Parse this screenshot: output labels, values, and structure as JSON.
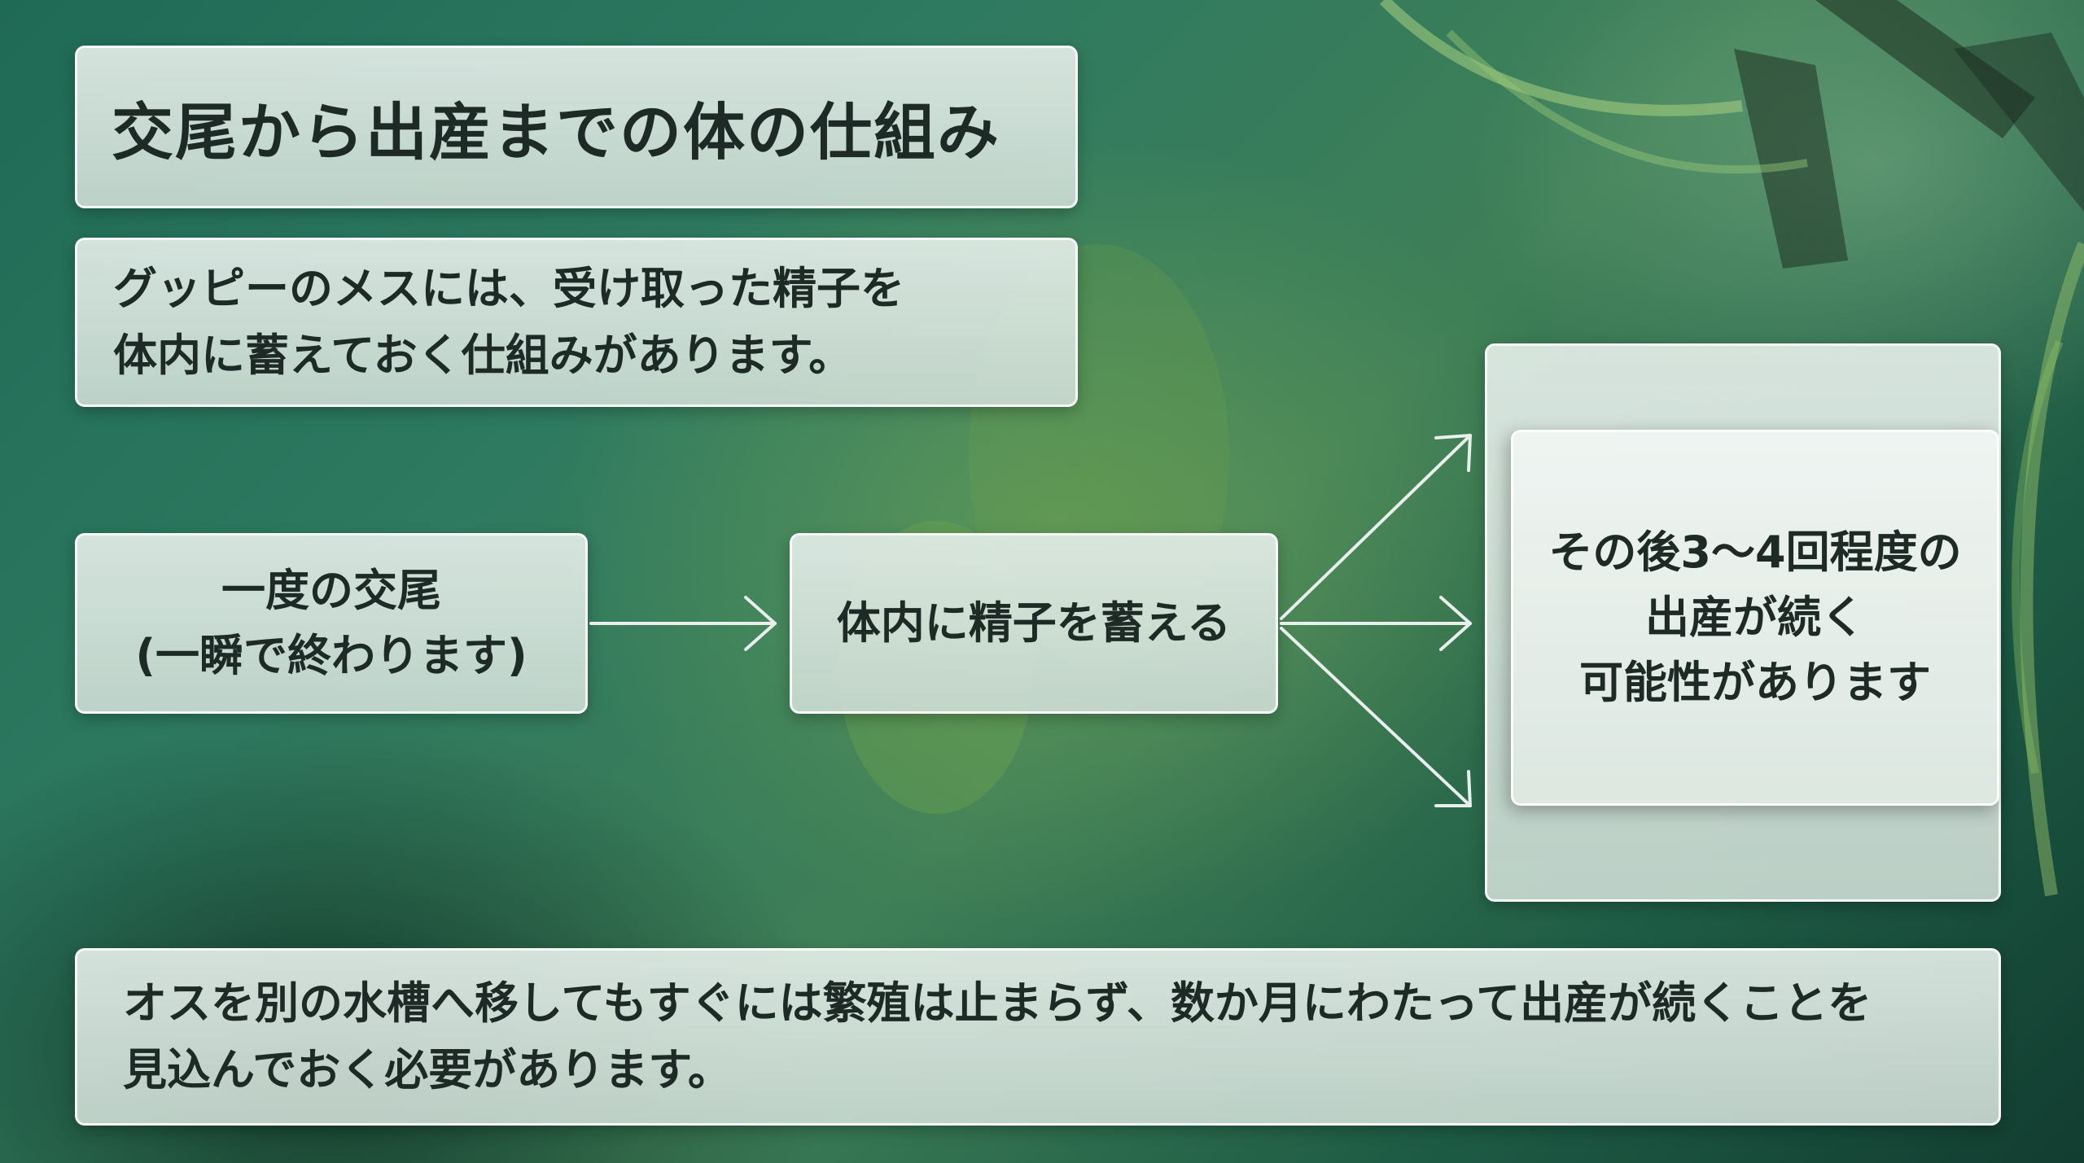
{
  "title": "交尾から出産までの体の仕組み",
  "intro": {
    "line1": "グッピーのメスには、受け取った精子を",
    "line2": "体内に蓄えておく仕組みがあります。"
  },
  "step1": {
    "line1": "一度の交尾",
    "line2": "(一瞬で終わります)"
  },
  "step2": {
    "label": "体内に精子を蓄える"
  },
  "result": {
    "line1": "その後3〜4回程度の",
    "line2": "出産が続く",
    "line3": "可能性があります"
  },
  "note": {
    "line1": "オスを別の水槽へ移してもすぐには繁殖は止まらず、数か月にわたって出産が続くことを",
    "line2": "見込んでおく必要があります。"
  },
  "colors": {
    "box_fill": "#dbe6e0",
    "box_border": "#ffffff",
    "text": "#1d2a26",
    "arrow": "#e8efec",
    "background": "#2e7a60"
  }
}
